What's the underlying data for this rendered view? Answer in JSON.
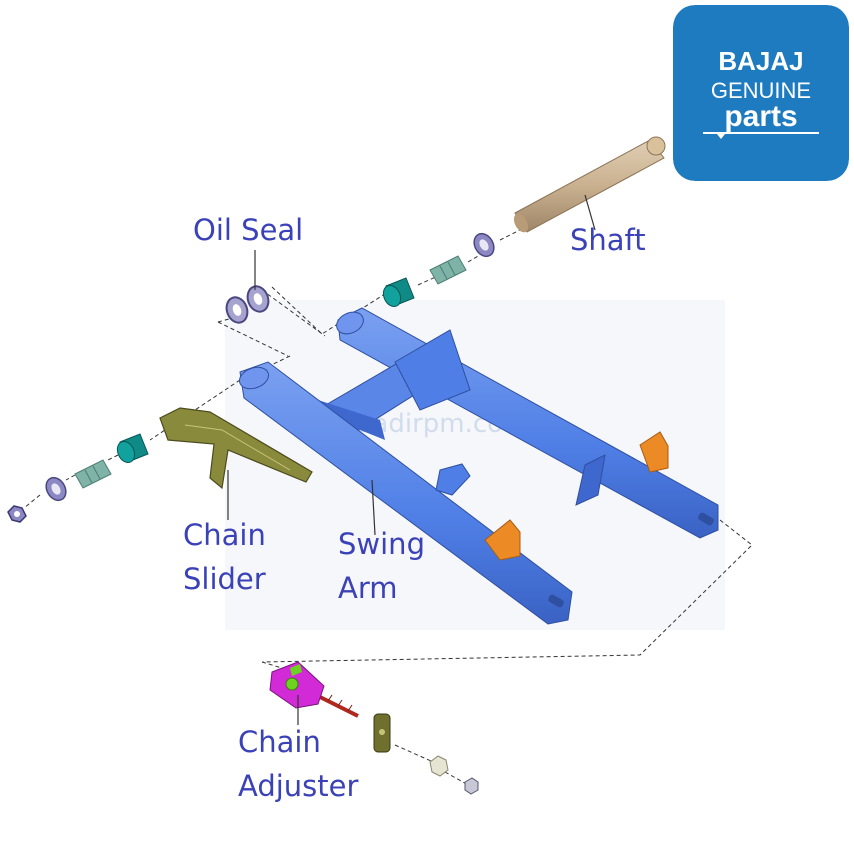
{
  "logo": {
    "brand": "BAJAJ",
    "line2": "GENUINE",
    "line3": "parts",
    "background": "#1f7bc0",
    "text_color": "#ffffff"
  },
  "labels": {
    "oil_seal": "Oil Seal",
    "shaft": "Shaft",
    "chain_slider": "Chain\nSlider",
    "swing_arm": "Swing\nArm",
    "chain_adjuster": "Chain\nAdjuster"
  },
  "watermark": "gaadirpm.com",
  "colors": {
    "label_text": "#3b42b8",
    "swing_arm": "#4f7fe6",
    "swing_arm_dark": "#3c64c8",
    "bracket": "#ec8a25",
    "bushing": "#0f8a86",
    "collar": "#7fb3a8",
    "washer": "#8b88c4",
    "shaft": "#c9b08f",
    "slider": "#8a8a3c",
    "adjuster": "#d12ad6",
    "adjuster_accent": "#6cd41e",
    "bolt": "#b0281e",
    "leader": "#333333"
  }
}
